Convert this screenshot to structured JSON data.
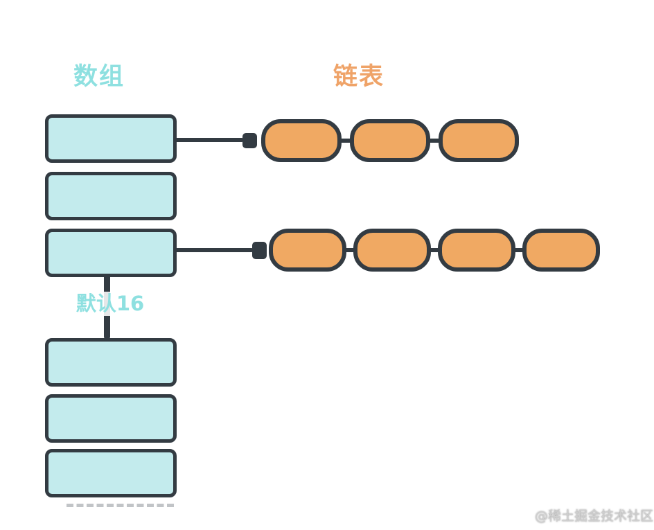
{
  "diagram": {
    "kind": "hashmap-structure",
    "titles": {
      "array": "数组",
      "linked_list": "链表"
    },
    "annotation": {
      "default_capacity": "默认16"
    },
    "array": {
      "bucket_count": 6
    },
    "chains": [
      {
        "bucket_index": 0,
        "node_count": 3
      },
      {
        "bucket_index": 2,
        "node_count": 4
      }
    ],
    "watermark": "@稀土掘金技术社区",
    "colors": {
      "bucket_fill": "#c3ebed",
      "node_fill": "#f0a963",
      "stroke": "#333b42",
      "label_cyan": "#8ee0e0",
      "label_orange": "#efa368",
      "watermark_gray": "#cfcfcf"
    }
  }
}
